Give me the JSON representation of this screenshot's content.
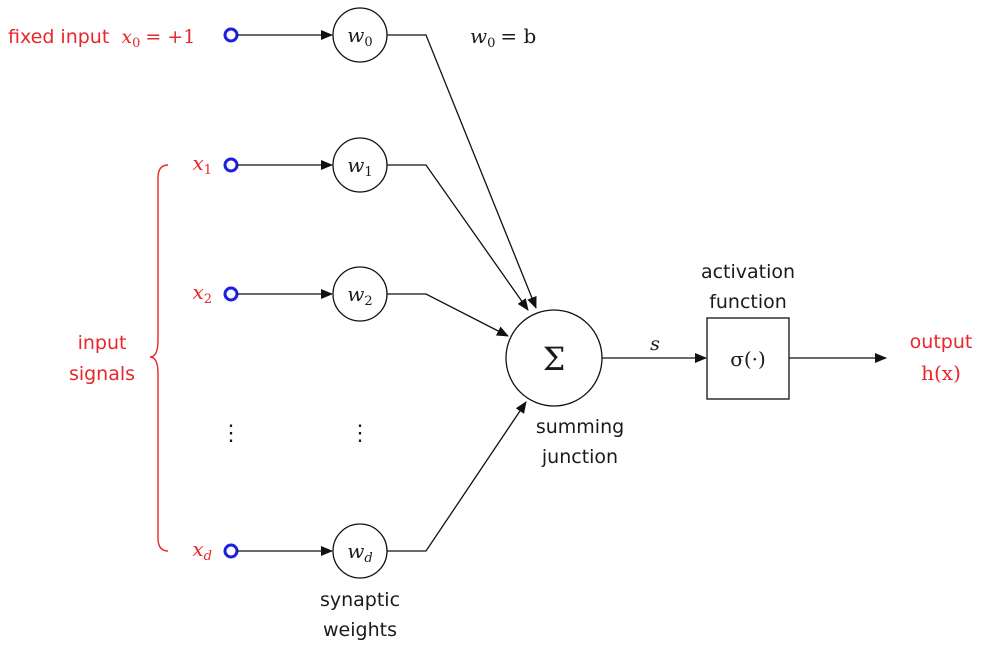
{
  "colors": {
    "signal_text": "#e8262b",
    "input_node": "#1f1fe0",
    "line": "#111111",
    "text": "#1a1a1a"
  },
  "inputs": {
    "fixed_prefix": "fixed input",
    "x0_var": "x",
    "x0_sub": "0",
    "x0_value": "= +1",
    "x1_var": "x",
    "x1_sub": "1",
    "x2_var": "x",
    "x2_sub": "2",
    "xd_var": "x",
    "xd_sub": "d",
    "vdots": "⋮"
  },
  "weights": {
    "w0_var": "w",
    "w0_sub": "0",
    "w1_var": "w",
    "w1_sub": "1",
    "w2_var": "w",
    "w2_sub": "2",
    "wd_var": "w",
    "wd_sub": "d",
    "vdots": "⋮",
    "bias_eq_var": "w",
    "bias_eq_sub": "0",
    "bias_eq_rest": "= b",
    "caption_line1": "synaptic",
    "caption_line2": "weights"
  },
  "input_signals_label": {
    "line1": "input",
    "line2": "signals"
  },
  "summing": {
    "symbol": "Σ",
    "caption_line1": "summing",
    "caption_line2": "junction",
    "output_var": "s"
  },
  "activation": {
    "caption_line1": "activation",
    "caption_line2": "function",
    "symbol": "σ(·)"
  },
  "output": {
    "label": "output",
    "value": "h(x)"
  }
}
